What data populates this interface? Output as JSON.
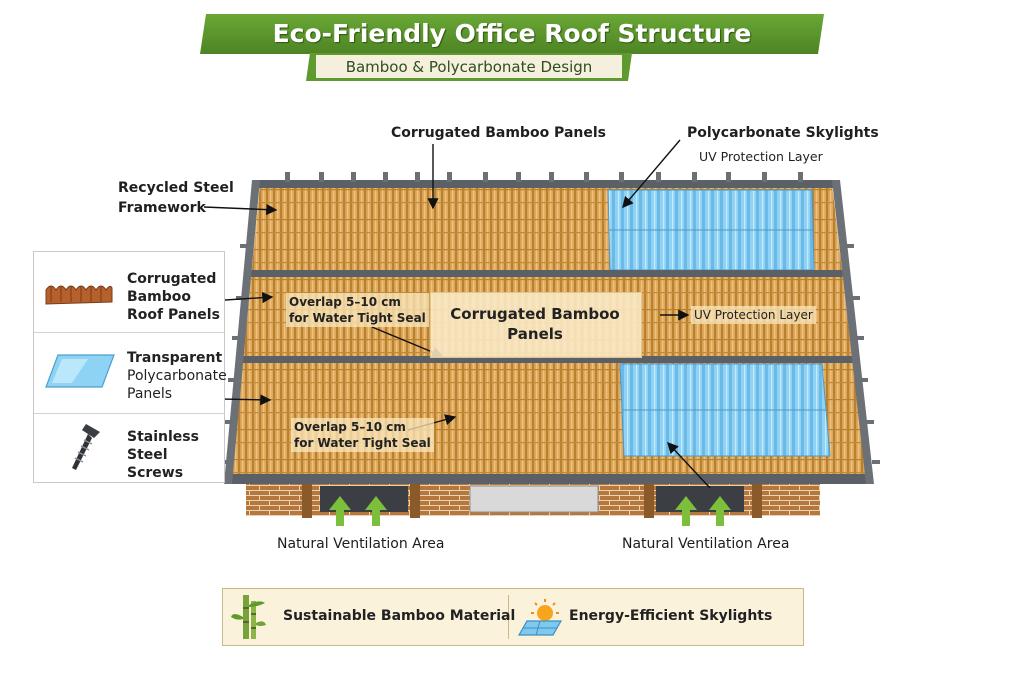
{
  "header": {
    "title": "Eco-Friendly Office Roof Structure",
    "subtitle": "Bamboo & Polycarbonate Design"
  },
  "callouts": {
    "top_bamboo": "Corrugated Bamboo Panels",
    "top_polycarbonate": "Polycarbonate Skylights",
    "top_uv": "UV Protection Layer",
    "framework_line1": "Recycled Steel",
    "framework_line2": "Framework",
    "center_line1": "Corrugated Bamboo",
    "center_line2": "Panels",
    "mid_uv": "UV Protection Layer",
    "overlap1_line1": "Overlap 5–10 cm",
    "overlap1_line2": "for Water Tight Seal",
    "overlap2_line1": "Overlap 5–10 cm",
    "overlap2_line2": "for Water Tight Seal",
    "vent_left": "Natural Ventilation Area",
    "vent_right": "Natural Ventilation Area"
  },
  "legend": {
    "items": [
      {
        "line1": "Corrugated",
        "line2": "Bamboo",
        "line3": "Roof Panels",
        "icon": "corrugated-bamboo-icon"
      },
      {
        "line1": "Transparent",
        "line2": "Polycarbonate",
        "line3": "Panels",
        "icon": "polycarbonate-panel-icon"
      },
      {
        "line1": "Stainless",
        "line2": "Steel Screws",
        "line3": "",
        "icon": "screw-icon"
      }
    ]
  },
  "features": [
    {
      "label": "Sustainable Bamboo Material",
      "icon": "bamboo-icon"
    },
    {
      "label": "Energy-Efficient Skylights",
      "icon": "sun-panel-icon"
    }
  ],
  "colors": {
    "banner_green": "#5e9a2e",
    "bamboo": "#dca85a",
    "polycarbonate": "#7fc9f0",
    "steel": "#5c6066",
    "vent_arrow": "#7bbf3a"
  }
}
